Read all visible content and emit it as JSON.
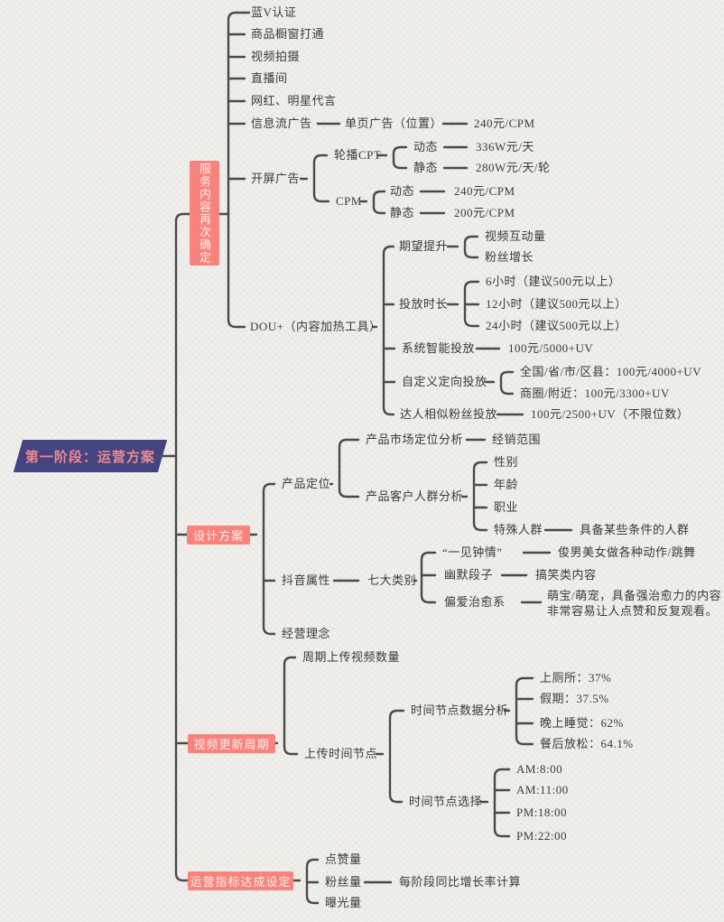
{
  "root": {
    "label": "第一阶段：运营方案"
  },
  "colors": {
    "accent_pink": "#f8827c",
    "accent_navy": "#454380",
    "line": "#4a4a4a"
  },
  "branch1": {
    "label": "服务内容再次确定",
    "simple_items": [
      "蓝V认证",
      "商品橱窗打通",
      "视频拍摄",
      "直播间",
      "网红、明星代言"
    ],
    "feed_ad": {
      "label": "信息流广告",
      "detail": "单页广告（位置）",
      "price": "240元/CPM"
    },
    "splash_ad": {
      "label": "开屏广告",
      "cpt": {
        "label": "轮播CPT",
        "dynamic": "动态",
        "dynamic_price": "336W元/天",
        "static": "静态",
        "static_price": "280W元/天/轮"
      },
      "cpm": {
        "label": "CPM",
        "dynamic": "动态",
        "dynamic_price": "240元/CPM",
        "static": "静态",
        "static_price": "200元/CPM"
      }
    },
    "dou_plus": {
      "label": "DOU+（内容加热工具）",
      "expect": {
        "label": "期望提升",
        "items": [
          "视频互动量",
          "粉丝增长"
        ]
      },
      "duration": {
        "label": "投放时长",
        "items": [
          "6小时（建议500元以上）",
          "12小时（建议500元以上）",
          "24小时（建议500元以上）"
        ]
      },
      "smart": {
        "label": "系统智能投放",
        "price": "100元/5000+UV"
      },
      "custom": {
        "label": "自定义定向投放",
        "items": [
          "全国/省/市/区县：100元/4000+UV",
          "商圈/附近：100元/3300+UV"
        ]
      },
      "similar": {
        "label": "达人相似粉丝投放",
        "price": "100元/2500+UV（不限位数）"
      }
    }
  },
  "branch2": {
    "label": "设计方案",
    "positioning": {
      "label": "产品定位",
      "market": {
        "label": "产品市场定位分析",
        "detail": "经销范围"
      },
      "audience": {
        "label": "产品客户人群分析",
        "items": [
          "性别",
          "年龄",
          "职业"
        ],
        "special": {
          "label": "特殊人群",
          "detail": "具备某些条件的人群"
        }
      }
    },
    "douyin": {
      "label": "抖音属性",
      "categories": {
        "label": "七大类别",
        "love": {
          "label": "“一见钟情”",
          "detail": "俊男美女做各种动作/跳舞"
        },
        "humor": {
          "label": "幽默段子",
          "detail": "搞笑类内容"
        },
        "healing": {
          "label": "偏爱治愈系",
          "detail_line1": "萌宝/萌宠，具备强治愈力的内容",
          "detail_line2": "非常容易让人点赞和反复观看。"
        }
      }
    },
    "philosophy": {
      "label": "经营理念"
    }
  },
  "branch3": {
    "label": "视频更新周期",
    "upload_count": {
      "label": "周期上传视频数量"
    },
    "upload_time": {
      "label": "上传时间节点",
      "analysis": {
        "label": "时间节点数据分析",
        "items": [
          "上厕所：37%",
          "假期：37.5%",
          "晚上睡觉：62%",
          "餐后放松：64.1%"
        ]
      },
      "selection": {
        "label": "时间节点选择",
        "items": [
          "AM:8:00",
          "AM:11:00",
          "PM:18:00",
          "PM:22:00"
        ]
      }
    }
  },
  "branch4": {
    "label": "运营指标达成设定",
    "likes": {
      "label": "点赞量"
    },
    "fans": {
      "label": "粉丝量",
      "detail": "每阶段同比增长率计算"
    },
    "exposure": {
      "label": "曝光量"
    }
  }
}
